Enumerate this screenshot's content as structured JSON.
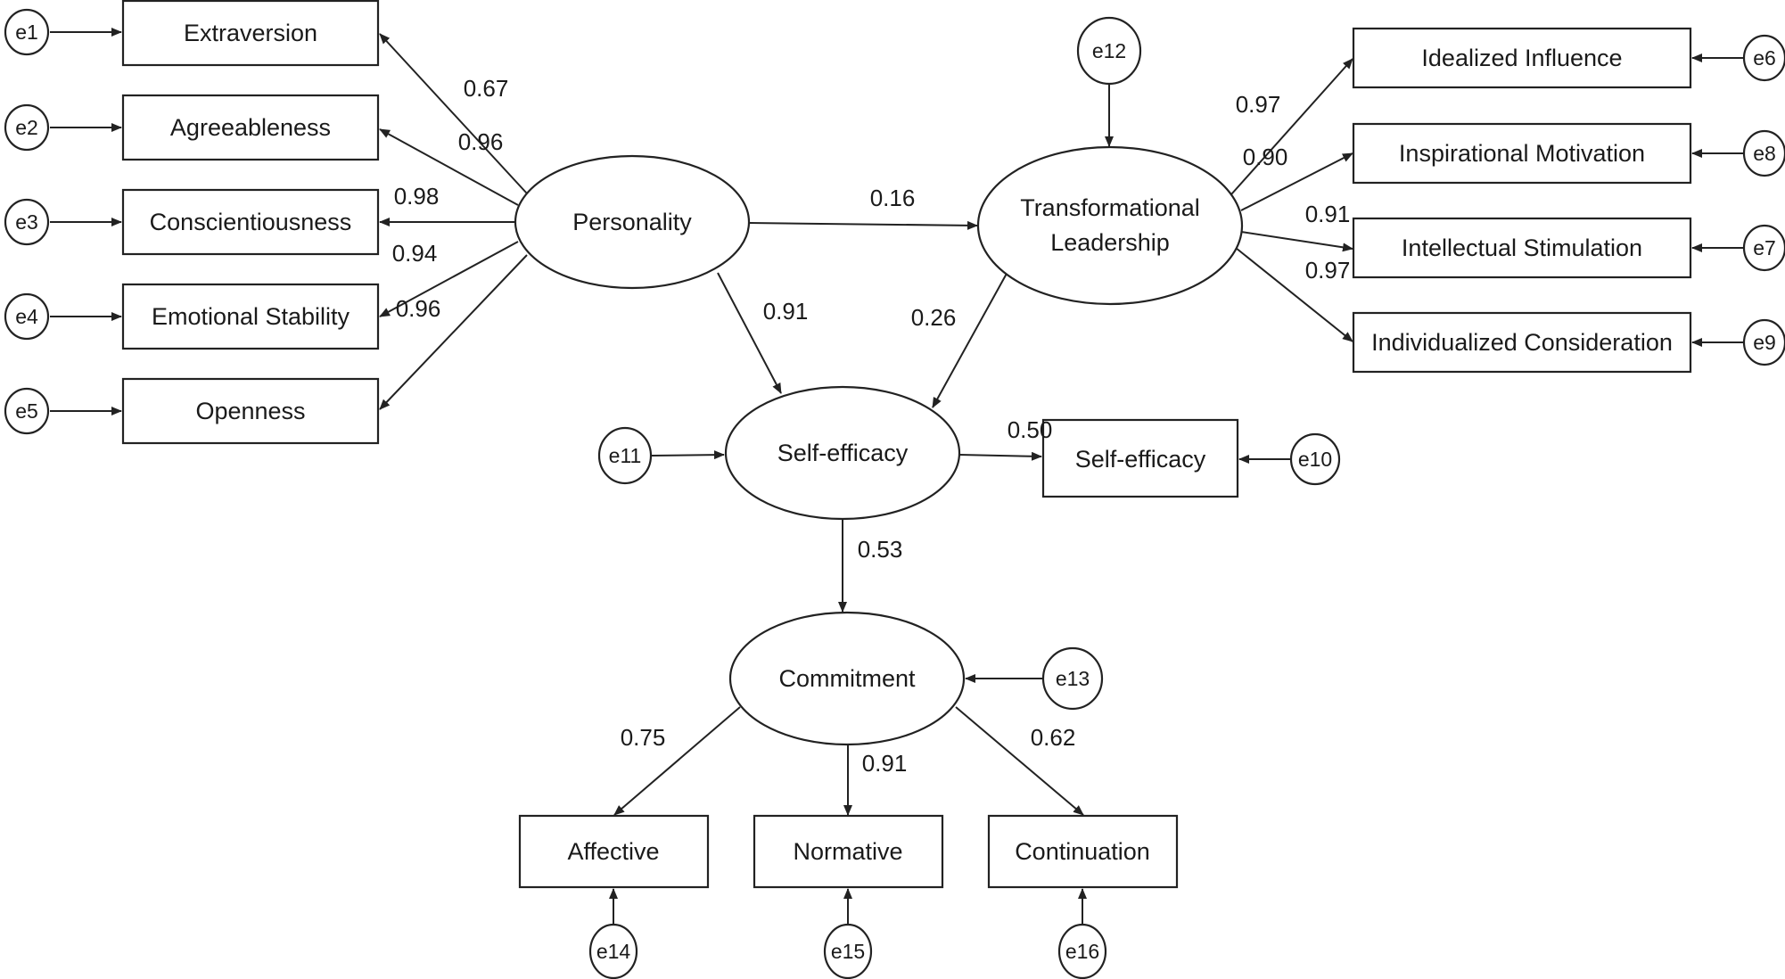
{
  "diagram": {
    "title": "Structural equation model: Personality, Transformational Leadership, Self-efficacy and Commitment",
    "latents": {
      "personality": "Personality",
      "tl_line1": "Transformational",
      "tl_line2": "Leadership",
      "selfefficacy": "Self-efficacy",
      "commitment": "Commitment"
    },
    "observed": {
      "extraversion": "Extraversion",
      "agreeableness": "Agreeableness",
      "conscientiousness": "Conscientiousness",
      "emotional_stability": "Emotional Stability",
      "openness": "Openness",
      "idealized_influence": "Idealized Influence",
      "inspirational_motivation": "Inspirational Motivation",
      "intellectual_stimulation": "Intellectual Stimulation",
      "individualized_consideration": "Individualized Consideration",
      "selfefficacy_item": "Self-efficacy",
      "affective": "Affective",
      "normative": "Normative",
      "continuation": "Continuation"
    },
    "errors": {
      "e1": "e1",
      "e2": "e2",
      "e3": "e3",
      "e4": "e4",
      "e5": "e5",
      "e6": "e6",
      "e7": "e7",
      "e8": "e8",
      "e9": "e9",
      "e10": "e10",
      "e11": "e11",
      "e12": "e12",
      "e13": "e13",
      "e14": "e14",
      "e15": "e15",
      "e16": "e16"
    },
    "coefficients": {
      "p_extraversion": "0.67",
      "p_agreeableness": "0.96",
      "p_conscientiousness": "0.98",
      "p_emotional": "0.94",
      "p_openness": "0.96",
      "p_tl": "0.16",
      "p_se": "0.91",
      "tl_se": "0.26",
      "tl_idealized": "0.97",
      "tl_inspirational": "0.90",
      "tl_intellectual": "0.91",
      "tl_individualized": "0.97",
      "se_item": "0.50",
      "se_commitment": "0.53",
      "c_affective": "0.75",
      "c_normative": "0.91",
      "c_continuation": "0.62"
    }
  }
}
